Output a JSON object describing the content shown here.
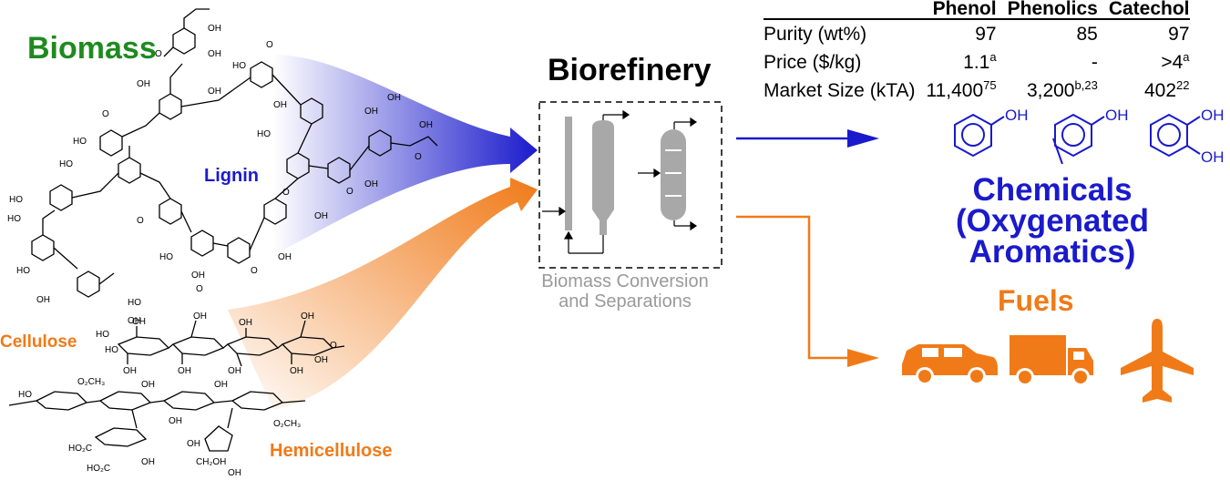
{
  "left": {
    "title": "Biomass",
    "lignin_label": "Lignin",
    "cellulose_label": "Cellulose",
    "hemicellulose_label": "Hemicellulose"
  },
  "center": {
    "title": "Biorefinery",
    "caption_line1": "Biomass Conversion",
    "caption_line2": "and Separations"
  },
  "table": {
    "columns": [
      "Phenol",
      "Phenolics",
      "Catechol"
    ],
    "rows": [
      {
        "label": "Purity (wt%)",
        "values": [
          {
            "v": "97",
            "sup": ""
          },
          {
            "v": "85",
            "sup": ""
          },
          {
            "v": "97",
            "sup": ""
          }
        ]
      },
      {
        "label": "Price ($/kg)",
        "values": [
          {
            "v": "1.1",
            "sup": "a"
          },
          {
            "v": "-",
            "sup": ""
          },
          {
            "v": ">4",
            "sup": "a"
          }
        ]
      },
      {
        "label": "Market Size (kTA)",
        "values": [
          {
            "v": "11,400",
            "sup": "75"
          },
          {
            "v": "3,200",
            "sup": "b,23"
          },
          {
            "v": "402",
            "sup": "22"
          }
        ]
      }
    ]
  },
  "chemicals": {
    "line1": "Chemicals",
    "line2": "(Oxygenated Aromatics)",
    "oh_label": "OH"
  },
  "fuels": {
    "title": "Fuels",
    "icons": [
      "car-icon",
      "truck-icon",
      "airplane-icon"
    ]
  },
  "colors": {
    "biomass_green": "#1f8a1f",
    "lignin_blue": "#1a1acc",
    "carbohydrate_orange": "#f07a18",
    "process_gray": "#a8a8a8"
  }
}
